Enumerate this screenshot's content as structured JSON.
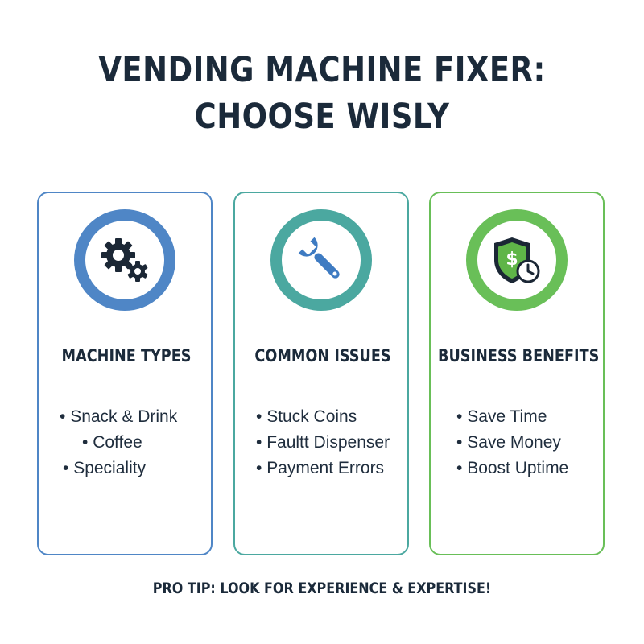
{
  "title": {
    "line1": "VENDING MACHINE FIXER:",
    "line2": "CHOOSE WISLY"
  },
  "cards": [
    {
      "heading": "MACHINE TYPES",
      "icon": "gears-icon",
      "accent": "#4f86c6",
      "items": [
        "Snack & Drink",
        "Coffee",
        "Speciality"
      ]
    },
    {
      "heading": "COMMON ISSUES",
      "icon": "wrench-icon",
      "accent": "#4ba8a0",
      "items": [
        "Stuck Coins",
        "Faultt Dispenser",
        "Payment Errors"
      ]
    },
    {
      "heading": "BUSINESS BENEFITS",
      "icon": "shield-dollar-clock-icon",
      "accent": "#69bf58",
      "items": [
        "Save Time",
        "Save Money",
        "Boost Uptime"
      ]
    }
  ],
  "footer": {
    "tip": "PRO TIP: LOOK FOR EXPERIENCE & EXPERTISE!"
  }
}
